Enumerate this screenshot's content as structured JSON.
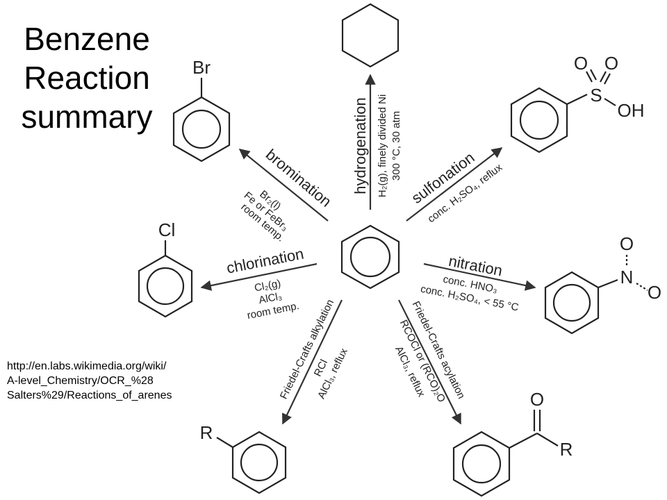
{
  "title_lines": [
    "Benzene",
    "Reaction",
    "summary"
  ],
  "source_lines": [
    "http://en.labs.wikimedia.org/wiki/",
    "A-level_Chemistry/OCR_%28",
    "Salters%29/Reactions_of_arenes"
  ],
  "reactions": {
    "hydrogenation": {
      "name": "hydrogenation",
      "cond1": "H₂(g), finely divided Ni",
      "cond2": "300 °C, 30 atm"
    },
    "sulfonation": {
      "name": "sulfonation",
      "cond1": "conc. H₂SO₄, reflux"
    },
    "nitration": {
      "name": "nitration",
      "cond1": "conc. HNO₃",
      "cond2": "conc. H₂SO₄, < 55 °C"
    },
    "acylation": {
      "name": "Friedel-Crafts acylation",
      "cond1": "RCOCl or (RCO)₂O",
      "cond2": "AlCl₃, reflux"
    },
    "alkylation": {
      "name": "Friedel-Crafts alkylation",
      "cond1": "RCl",
      "cond2": "AlCl₃, reflux"
    },
    "chlorination": {
      "name": "chlorination",
      "cond1": "Cl₂(g)",
      "cond2": "AlCl₃",
      "cond3": "room temp."
    },
    "bromination": {
      "name": "bromination",
      "cond1": "Br₂(l)",
      "cond2": "Fe or FeBr₃",
      "cond3": "room temp."
    }
  },
  "atoms": {
    "br": "Br",
    "cl": "Cl",
    "s": "S",
    "o_sulf1": "O",
    "o_sulf2": "O",
    "oh": "OH",
    "n": "N",
    "o_nitro1": "O",
    "o_nitro2": "O",
    "o_acyl": "O",
    "r_acyl": "R",
    "r_alkyl": "R"
  }
}
